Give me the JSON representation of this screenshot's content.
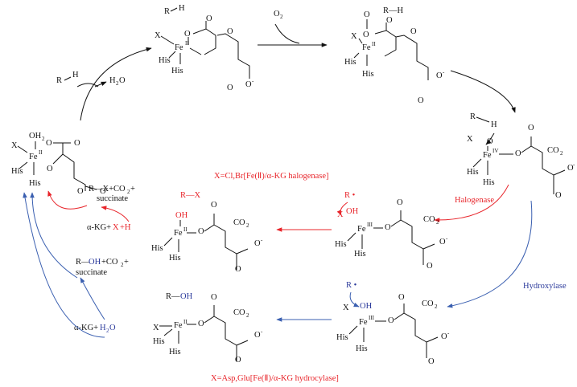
{
  "labels": {
    "o2": "O",
    "o2_sub": "2",
    "rh": "R—H",
    "rh_top": "R",
    "h": "H",
    "h2o": "H",
    "h2o_sub": "2",
    "h2o_o": "O",
    "his": "His",
    "x": "X",
    "fe": "Fe",
    "fe_ii": "II",
    "fe_iv": "IV",
    "fe_iii": "III",
    "o": "O",
    "oh2": "OH",
    "oh2_sub": "2",
    "oh": "OH",
    "co2": "CO",
    "co2_sub": "2",
    "o_minus": "O",
    "minus": "-",
    "r_dot": "R •",
    "halogenase": "Halogenase",
    "hydroxylase": "Hydroxylase",
    "halogenase_note": "X=Cl,Br[Fe(Ⅱ)/α-KG halogenase]",
    "hydroxylase_note": "X=Asp,Glu[Fe(Ⅱ)/α-KG hydrocylase]",
    "r_x": "R—X",
    "r_oh": "R—OH",
    "rx_co2": "R—X+CO",
    "roh_co2_r": "R—",
    "roh_co2_oh": "OH",
    "roh_co2_rest": "+CO",
    "co2_plus": "+",
    "succinate": "succinate",
    "akg_x_h": "α-KG+",
    "x_plus_h": "X",
    "h_plus": "+H",
    "akg_h2o": "α-KG+",
    "h2o_blue": "H",
    "h2o_blue_sub": "2",
    "h2o_blue_o": "O"
  },
  "colors": {
    "black": "#111111",
    "red": "#e8242a",
    "blue": "#2b3a9b",
    "blue_arrow": "#3a5fb0"
  }
}
